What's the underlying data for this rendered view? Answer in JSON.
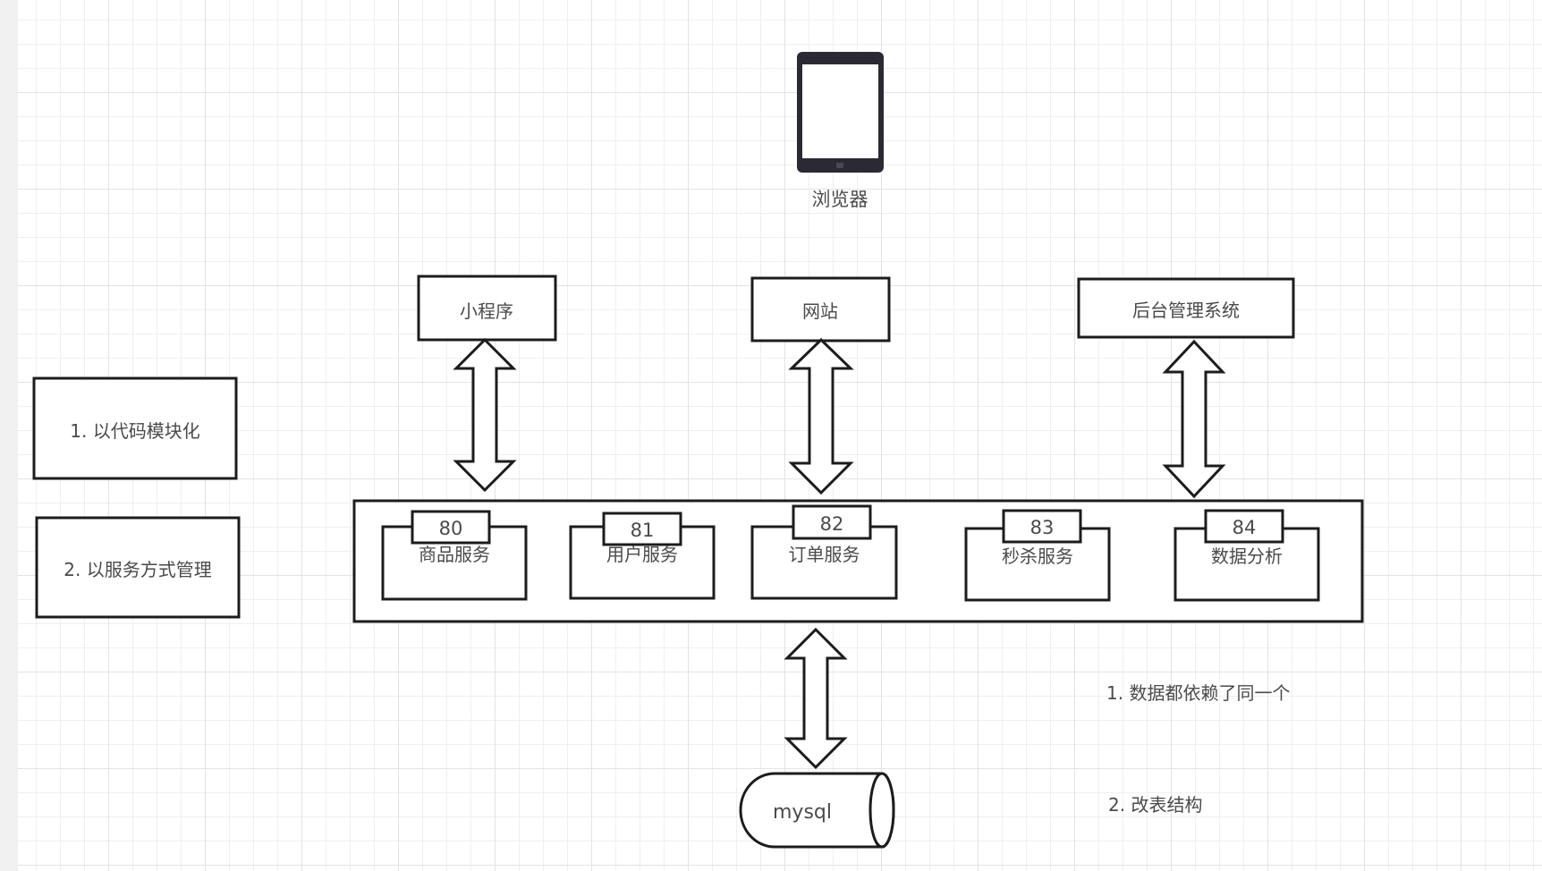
{
  "canvas": {
    "grid": true,
    "background": "#ffffff",
    "grid_color": "#e3e3e3",
    "stroke_color": "#1c1c1c",
    "text_color": "#4a4a4a"
  },
  "browser": {
    "label": "浏览器",
    "icon": "tablet-icon"
  },
  "clients": [
    {
      "id": "miniprogram",
      "label": "小程序"
    },
    {
      "id": "website",
      "label": "网站"
    },
    {
      "id": "admin",
      "label": "后台管理系统"
    }
  ],
  "notes_left": [
    {
      "label": "1. 以代码模块化"
    },
    {
      "label": "2. 以服务方式管理"
    }
  ],
  "services": [
    {
      "port": "80",
      "label": "商品服务"
    },
    {
      "port": "81",
      "label": "用户服务"
    },
    {
      "port": "82",
      "label": "订单服务"
    },
    {
      "port": "83",
      "label": "秒杀服务"
    },
    {
      "port": "84",
      "label": "数据分析"
    }
  ],
  "database": {
    "label": "mysql",
    "icon": "database-cylinder-icon"
  },
  "notes_right": [
    {
      "label": "1. 数据都依赖了同一个"
    },
    {
      "label": "2. 改表结构"
    }
  ]
}
